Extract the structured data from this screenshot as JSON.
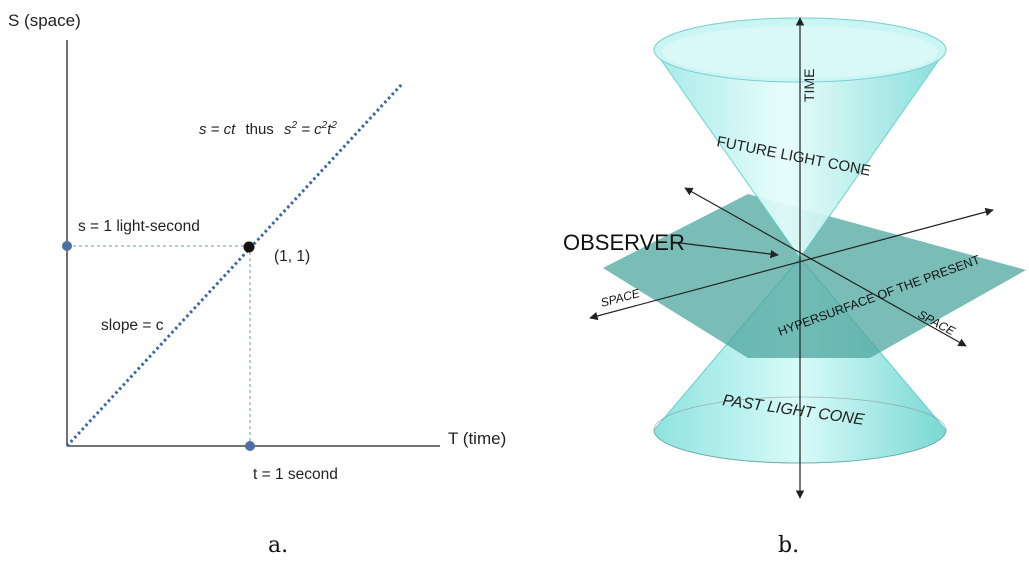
{
  "panel_a": {
    "y_axis_label": "S (space)",
    "x_axis_label": "T (time)",
    "equation_part1": "s = ct",
    "equation_thus": "thus",
    "equation_s": "s",
    "equation_s_exp": "2",
    "equation_eq": " = c",
    "equation_c_exp": "2",
    "equation_t": "t",
    "equation_t_exp": "2",
    "s_label": "s = 1 light-second",
    "t_label": "t = 1 second",
    "point_label": "(1, 1)",
    "slope_label": "slope = c",
    "caption": "a.",
    "colors": {
      "line": "#3a62a8",
      "point": "#4e6fa6",
      "axis": "#222222",
      "dashed": "#6d9ca0"
    }
  },
  "panel_b": {
    "time_label": "TIME",
    "future_label": "FUTURE LIGHT CONE",
    "past_label": "PAST LIGHT CONE",
    "observer_label": "OBSERVER",
    "hypersurface_label": "HYPERSURFACE OF THE PRESENT",
    "space_left_label": "SPACE",
    "space_right_label": "SPACE",
    "caption": "b.",
    "colors": {
      "cone": "#b9f3f0",
      "cone_edge": "#5fd0cd",
      "plane": "#4ea59d"
    }
  }
}
